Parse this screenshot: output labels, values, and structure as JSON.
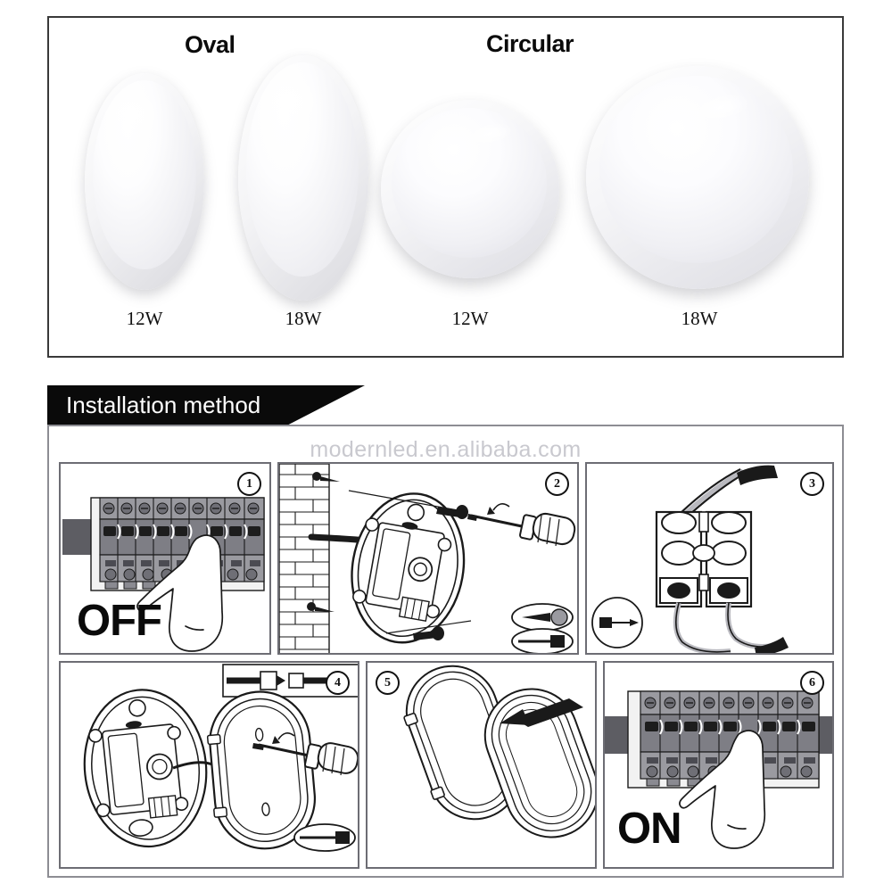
{
  "product_panel": {
    "categories": [
      {
        "name": "oval-category",
        "label": "Oval"
      },
      {
        "name": "circular-category",
        "label": "Circular"
      }
    ],
    "products": [
      {
        "shape": "oval",
        "wattage": "12W",
        "size": "small"
      },
      {
        "shape": "oval",
        "wattage": "18W",
        "size": "large"
      },
      {
        "shape": "circular",
        "wattage": "12W",
        "size": "small"
      },
      {
        "shape": "circular",
        "wattage": "18W",
        "size": "large"
      }
    ]
  },
  "installation": {
    "banner_label": "Installation method",
    "watermark": "modernled.en.alibaba.com",
    "steps": [
      {
        "number": "1",
        "caption": "OFF",
        "description": "Switch the circuit breaker to the OFF position"
      },
      {
        "number": "2",
        "caption": "",
        "description": "Fix the lamp base to the wall with screws using a screwdriver"
      },
      {
        "number": "3",
        "caption": "",
        "description": "Connect the supply wires to the terminal block"
      },
      {
        "number": "4",
        "caption": "",
        "description": "Attach the diffuser cover and tighten the screws"
      },
      {
        "number": "5",
        "caption": "",
        "description": "Press the cover onto the base until it clips into place"
      },
      {
        "number": "6",
        "caption": "ON",
        "description": "Switch the circuit breaker back to the ON position"
      }
    ]
  },
  "colors": {
    "panel_border": "#3a3a3a",
    "banner_background": "#0a0a0a",
    "banner_text": "#ffffff",
    "frame_border": "#8d8d93",
    "cell_border": "#6d6d74",
    "watermark_text": "#c9c9cf",
    "line_art": "#1a1a1a"
  }
}
